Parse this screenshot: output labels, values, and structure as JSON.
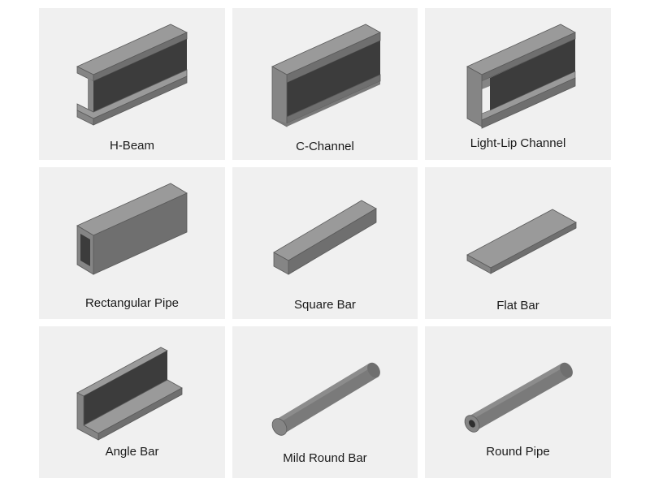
{
  "colors": {
    "background": "#ffffff",
    "tile": "#f0f0f0",
    "face_top": "#9a9a9a",
    "face_side": "#6f6f6f",
    "face_dark": "#3c3c3c",
    "face_front": "#858585",
    "edge": "#5a5a5a",
    "label": "#1a1a1a"
  },
  "tiles": [
    {
      "label": "H-Beam",
      "icon": "h-beam-icon"
    },
    {
      "label": "C-Channel",
      "icon": "c-channel-icon"
    },
    {
      "label": "Light-Lip Channel",
      "icon": "light-lip-channel-icon"
    },
    {
      "label": "Rectangular Pipe",
      "icon": "rectangular-pipe-icon"
    },
    {
      "label": "Square Bar",
      "icon": "square-bar-icon"
    },
    {
      "label": "Flat Bar",
      "icon": "flat-bar-icon"
    },
    {
      "label": "Angle Bar",
      "icon": "angle-bar-icon"
    },
    {
      "label": "Mild Round Bar",
      "icon": "mild-round-bar-icon"
    },
    {
      "label": "Round Pipe",
      "icon": "round-pipe-icon"
    }
  ]
}
